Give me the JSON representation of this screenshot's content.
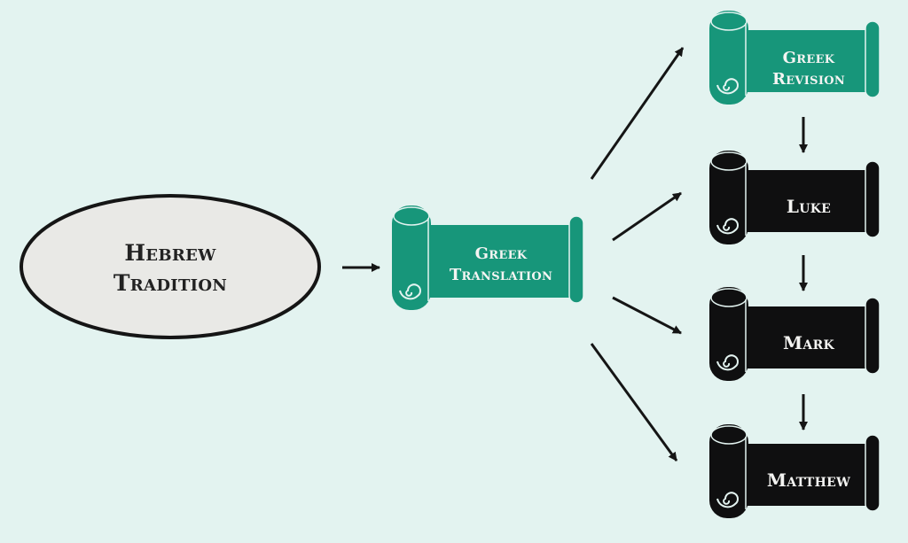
{
  "colors": {
    "background": "#e3f3f0",
    "greek_scroll": "#17967a",
    "gospel_scroll": "#0f0f10",
    "ellipse_fill": "#e9e9e6",
    "ink": "#151515",
    "light_text": "#f4f4f2",
    "dark_text": "#222222"
  },
  "nodes": {
    "hebrew": {
      "line1": "Hebrew",
      "line2": "Tradition"
    },
    "translation": {
      "line1": "Greek",
      "line2": "Translation"
    },
    "revision": {
      "line1": "Greek",
      "line2": "Revision"
    },
    "luke": {
      "label": "Luke"
    },
    "mark": {
      "label": "Mark"
    },
    "matthew": {
      "label": "Matthew"
    }
  },
  "edges": [
    {
      "from": "hebrew",
      "to": "translation"
    },
    {
      "from": "translation",
      "to": "revision"
    },
    {
      "from": "translation",
      "to": "luke"
    },
    {
      "from": "translation",
      "to": "mark"
    },
    {
      "from": "translation",
      "to": "matthew"
    },
    {
      "from": "revision",
      "to": "luke"
    },
    {
      "from": "luke",
      "to": "mark"
    },
    {
      "from": "mark",
      "to": "matthew"
    }
  ]
}
